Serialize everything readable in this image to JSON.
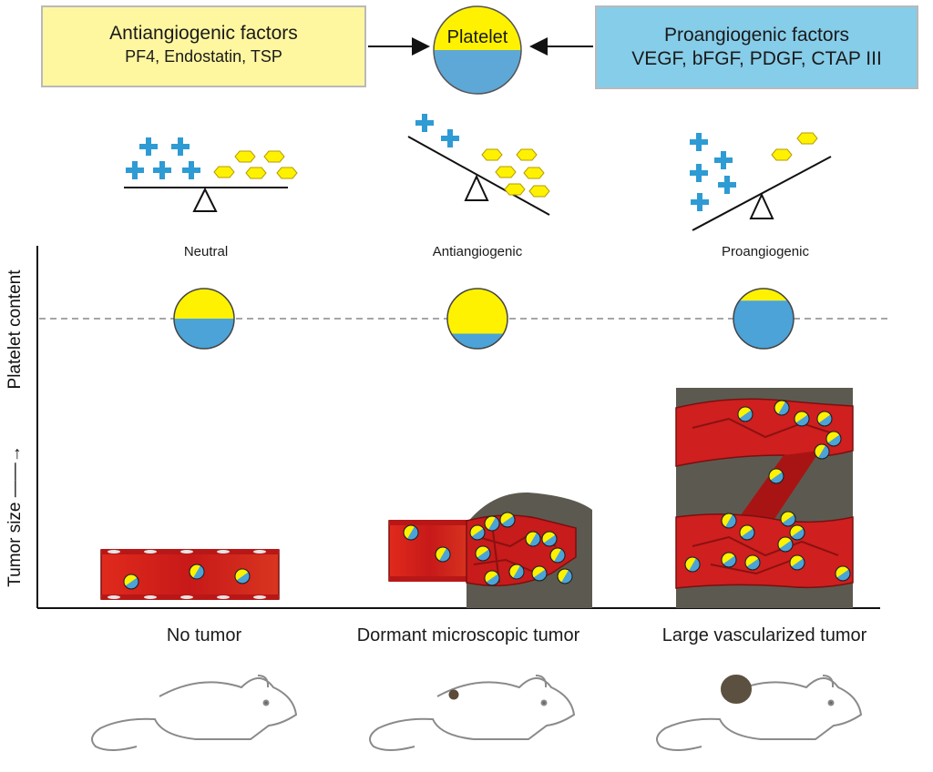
{
  "header": {
    "anti_box": {
      "title": "Antiangiogenic factors",
      "items": "PF4, Endostatin, TSP"
    },
    "platelet_label": "Platelet",
    "pro_box": {
      "title": "Proangiogenic factors",
      "items": "VEGF, bFGF, PDGF, CTAP III"
    }
  },
  "balance_states": [
    {
      "label": "Neutral"
    },
    {
      "label": "Antiangiogenic"
    },
    {
      "label": "Proangiogenic"
    }
  ],
  "axis": {
    "y_upper": "Platelet content",
    "y_lower": "Tumor size ——→"
  },
  "stages": [
    {
      "caption": "No tumor",
      "platelet_yellow_fraction": 0.5
    },
    {
      "caption": "Dormant microscopic tumor",
      "platelet_yellow_fraction": 0.75
    },
    {
      "caption": "Large vascularized tumor",
      "platelet_yellow_fraction": 0.2
    }
  ],
  "colors": {
    "anti_fill": "#fff7a0",
    "pro_fill": "#86cde9",
    "yellow": "#fff200",
    "blue": "#4ba3d8",
    "vessel": "#d81e1e",
    "tumor": "#5c5a50"
  }
}
